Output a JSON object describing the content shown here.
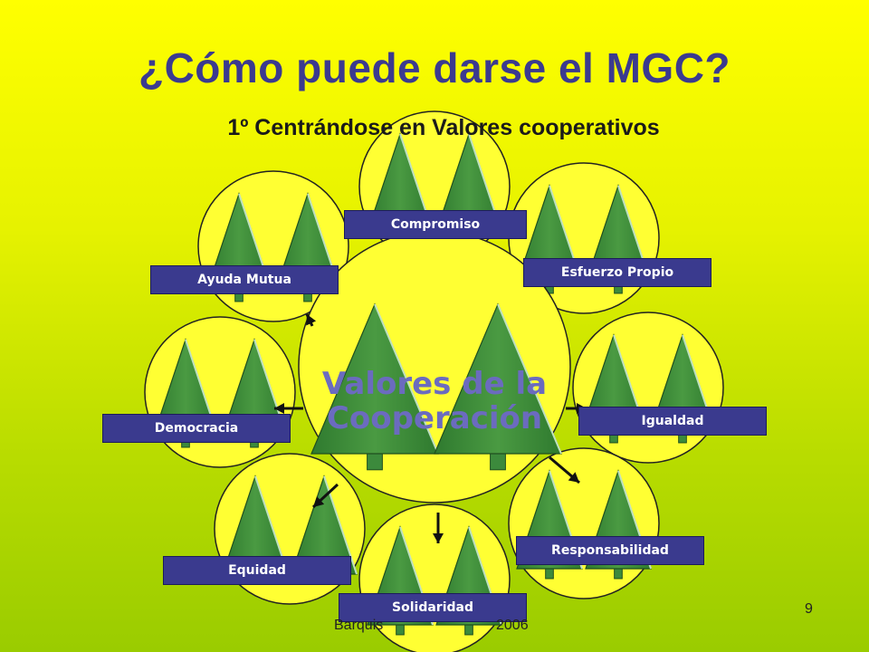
{
  "slide": {
    "title": "¿Cómo puede darse el MGC?",
    "subtitle": "1º Centrándose en  Valores cooperativos",
    "center_line1": "Valores de la",
    "center_line2": "Cooperación",
    "footer_left": "Barquis",
    "footer_right": "2006",
    "page_number": "9"
  },
  "values": {
    "compromiso": "Compromiso",
    "esfuerzo": "Esfuerzo Propio",
    "ayuda": "Ayuda Mutua",
    "democracia": "Democracia",
    "igualdad": "Igualdad",
    "equidad": "Equidad",
    "responsabilidad": "Responsabilidad",
    "solidaridad": "Solidaridad"
  },
  "colors": {
    "label_bg": "#3a3a8e",
    "circle_fill": "#ffff33",
    "tree_green": "#3c8a3c",
    "title_blue": "#3b3a8f"
  }
}
